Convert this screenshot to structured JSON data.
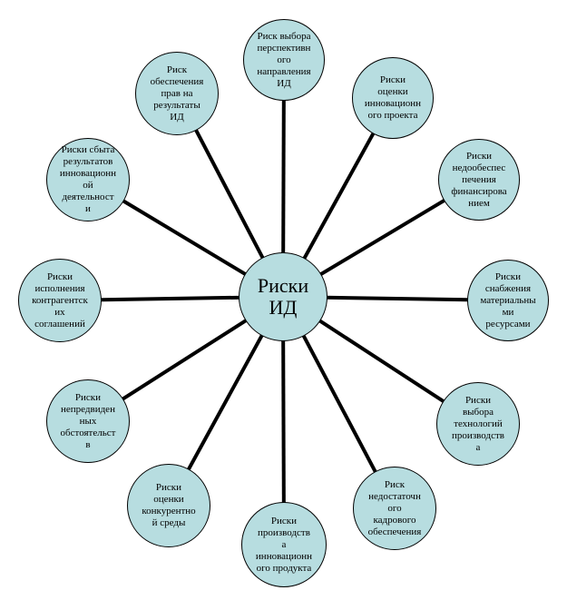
{
  "diagram": {
    "center": {
      "label": "Риски\nИД"
    },
    "nodes": [
      {
        "id": "n1",
        "label": "Риск выбора\nперспективн\nого\nнаправления\nИД"
      },
      {
        "id": "n2",
        "label": "Риски\nоценки\nинновационн\nого проекта"
      },
      {
        "id": "n3",
        "label": "Риски\nнедообеспес\nпечения\nфинансирова\nнием"
      },
      {
        "id": "n4",
        "label": "Риски\nснабжения\nматериальны\nми\nресурсами"
      },
      {
        "id": "n5",
        "label": "Риски\nвыбора\nтехнологий\nпроизводств\nа"
      },
      {
        "id": "n6",
        "label": "Риск\nнедостаточн\nого\nкадрового\nобеспечения"
      },
      {
        "id": "n7",
        "label": "Риски\nпроизводств\nа\nинновационн\nого продукта"
      },
      {
        "id": "n8",
        "label": "Риски\nоценки\nконкурентно\nй среды"
      },
      {
        "id": "n9",
        "label": "Риски\nнепредвиден\nных\nобстоятельст\nв"
      },
      {
        "id": "n10",
        "label": "Риски\nисполнения\nконтрагентск\nих\nсоглашений"
      },
      {
        "id": "n11",
        "label": "Риски сбыта\nрезультатов\nинновационн\nой\nдеятельност\nи"
      },
      {
        "id": "n12",
        "label": "Риск\nобеспечения\nправ на\nрезультаты\nИД"
      }
    ]
  }
}
